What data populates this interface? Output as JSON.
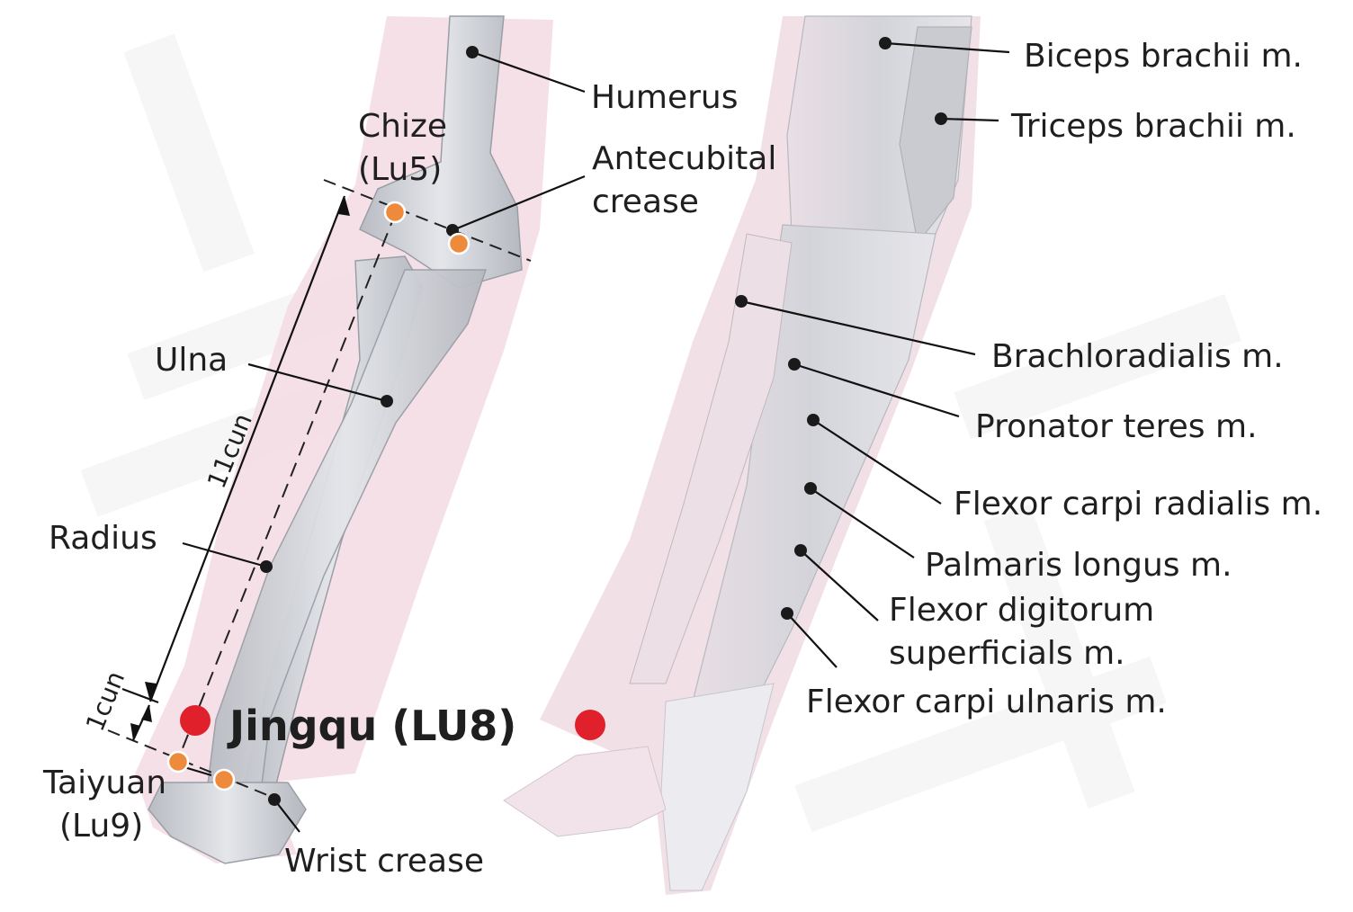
{
  "colors": {
    "bone": "#cfd2d7",
    "bone_shadow": "#a9adb4",
    "skin": "#f3dbe3",
    "muscle": "#d4d5db",
    "acupoint_minor": "#ee8a3c",
    "acupoint_main": "#e0202a",
    "leader_line": "#111111"
  },
  "labels": {
    "humerus": "Humerus",
    "chize_name": "Chize",
    "chize_code": "(Lu5)",
    "antecubital_1": "Antecubital",
    "antecubital_2": "crease",
    "ulna": "Ulna",
    "radius": "Radius",
    "taiyuan_name": "Taiyuan",
    "taiyuan_code": "(Lu9)",
    "wrist_crease": "Wrist crease",
    "main_point": "Jingqu (LU8)",
    "biceps": "Biceps brachii m.",
    "triceps": "Triceps brachii m.",
    "brachioradialis": "Brachloradialis m.",
    "pronator": "Pronator teres m.",
    "fcr": "Flexor carpi radialis m.",
    "palmaris": "Palmaris longus m.",
    "fds_1": "Flexor digitorum",
    "fds_2": "superficials m.",
    "fcu": "Flexor carpi ulnaris m."
  },
  "measurements": {
    "long_span": "11cun",
    "short_span": "1cun"
  }
}
